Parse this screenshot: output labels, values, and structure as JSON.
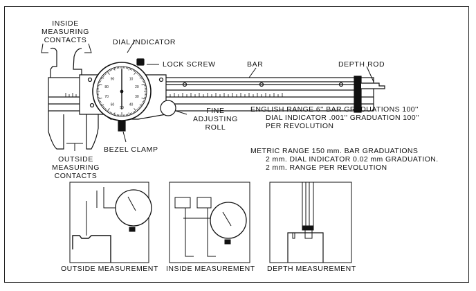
{
  "diagram": {
    "subject": "Dial caliper",
    "labels": {
      "inside_contacts": [
        "INSIDE",
        "MEASURING",
        "CONTACTS"
      ],
      "dial_indicator": "DIAL INDICATOR",
      "lock_screw": "LOCK SCREW",
      "bar": "BAR",
      "depth_rod": "DEPTH ROD",
      "fine_adjusting_roll": [
        "FINE",
        "ADJUSTING",
        "ROLL"
      ],
      "bezel_clamp": "BEZEL CLAMP",
      "outside_contacts": [
        "OUTSIDE",
        "MEASURING",
        "CONTACTS"
      ]
    },
    "dial_numbers": [
      "10",
      "20",
      "30",
      "40",
      "50",
      "60",
      "70",
      "80",
      "90"
    ],
    "specs": {
      "english": [
        "ENGLISH RANGE 6'' BAR GRADUATIONS 100''",
        "DIAL INDICATOR .001'' GRADUATION 100''",
        "PER REVOLUTION"
      ],
      "metric": [
        "METRIC RANGE 150 mm. BAR GRADUATIONS",
        "2 mm. DIAL INDICATOR 0.02 mm GRADUATION.",
        "2 mm. RANGE PER REVOLUTION"
      ]
    },
    "panels": [
      {
        "caption": "OUTSIDE MEASUREMENT"
      },
      {
        "caption": "INSIDE MEASUREMENT"
      },
      {
        "caption": "DEPTH MEASUREMENT"
      }
    ]
  }
}
